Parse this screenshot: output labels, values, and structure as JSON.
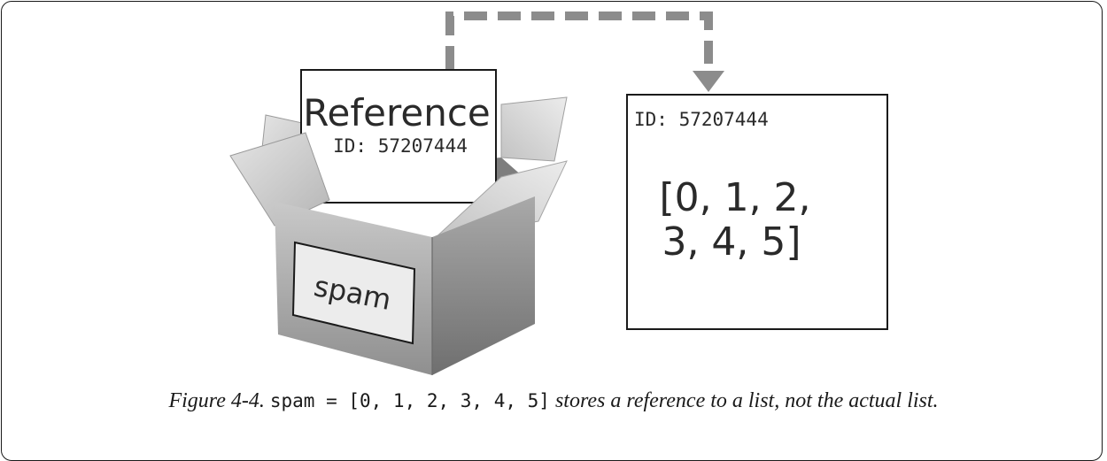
{
  "diagram": {
    "reference_card": {
      "title": "Reference",
      "id_text": "ID: 57207444"
    },
    "box_label": "spam",
    "list_card": {
      "id_text": "ID: 57207444",
      "line1": "[0, 1, 2,",
      "line2": "3, 4, 5]"
    }
  },
  "caption": {
    "label": "Figure 4-4.",
    "code": "spam = [0, 1, 2, 3, 4, 5]",
    "text": "stores a reference to a list, not the actual list."
  }
}
